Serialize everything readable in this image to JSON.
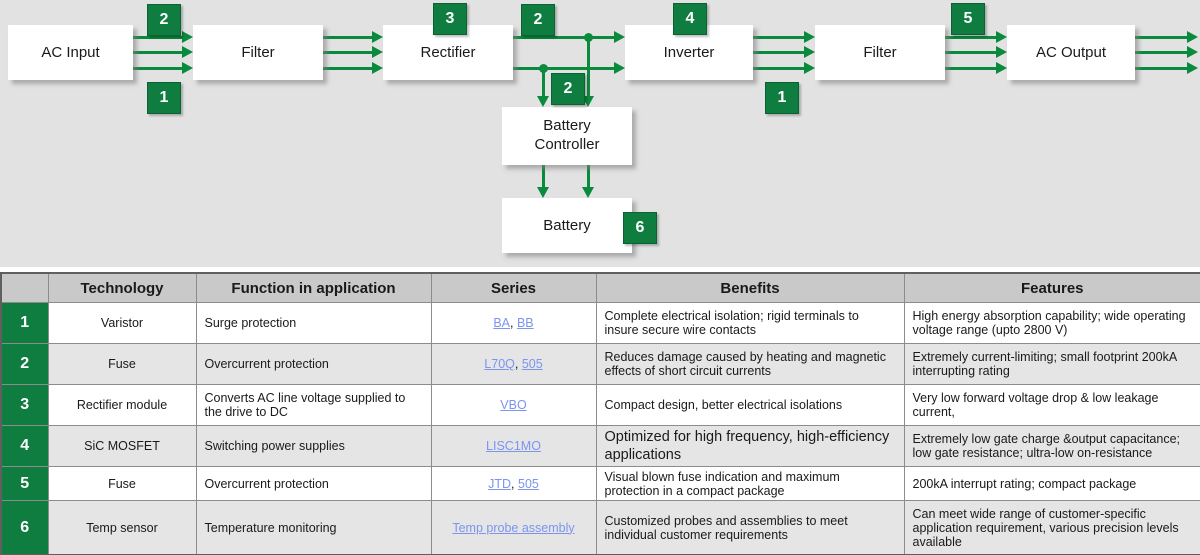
{
  "colors": {
    "green": "#0f7c40",
    "arrow_green": "#0a8a3d",
    "link_blue": "#7b95f0",
    "diagram_bg": "#e2e2e2",
    "header_bg": "#c9c9c9"
  },
  "diagram": {
    "boxes": {
      "ac_input": "AC Input",
      "filter1": "Filter",
      "rectifier": "Rectifier",
      "inverter": "Inverter",
      "filter2": "Filter",
      "ac_output": "AC Output",
      "battery_controller": "Battery Controller",
      "battery": "Battery"
    },
    "badges": [
      "2",
      "1",
      "3",
      "2",
      "4",
      "1",
      "5",
      "2",
      "6"
    ]
  },
  "table": {
    "headers": [
      "",
      "Technology",
      "Function in application",
      "Series",
      "Benefits",
      "Features"
    ],
    "rows": [
      {
        "num": "1",
        "technology": "Varistor",
        "function": "Surge protection",
        "series": [
          "BA",
          "BB"
        ],
        "benefits": "Complete electrical isolation; rigid terminals to insure secure wire contacts",
        "features": "High energy absorption capability; wide operating voltage range (upto 2800 V)"
      },
      {
        "num": "2",
        "technology": "Fuse",
        "function": "Overcurrent protection",
        "series": [
          "L70Q",
          "505"
        ],
        "benefits": "Reduces damage caused by heating and magnetic effects of short circuit currents",
        "features": "Extremely current-limiting; small footprint 200kA interrupting rating"
      },
      {
        "num": "3",
        "technology": "Rectifier module",
        "function": "Converts AC line voltage supplied to the drive to DC",
        "series": [
          "VBO"
        ],
        "benefits": "Compact design, better electrical isolations",
        "features": "Very low forward voltage drop & low leakage current,"
      },
      {
        "num": "4",
        "technology": "SiC MOSFET",
        "function": "Switching power supplies",
        "series": [
          "LISC1MO"
        ],
        "benefits": "Optimized for high frequency, high-efficiency applications",
        "features": "Extremely low gate charge &output capacitance; low gate resistance; ultra-low on-resistance"
      },
      {
        "num": "5",
        "technology": "Fuse",
        "function": "Overcurrent protection",
        "series": [
          "JTD",
          "505"
        ],
        "benefits": "Visual blown fuse indication and maximum protection in a compact package",
        "features": "200kA  interrupt rating; compact package"
      },
      {
        "num": "6",
        "technology": "Temp sensor",
        "function": "Temperature monitoring",
        "series": [
          "Temp probe assembly"
        ],
        "benefits": "Customized probes and assemblies to meet individual customer requirements",
        "features": "Can meet wide range of customer-specific application requirement, various precision levels available"
      }
    ]
  }
}
